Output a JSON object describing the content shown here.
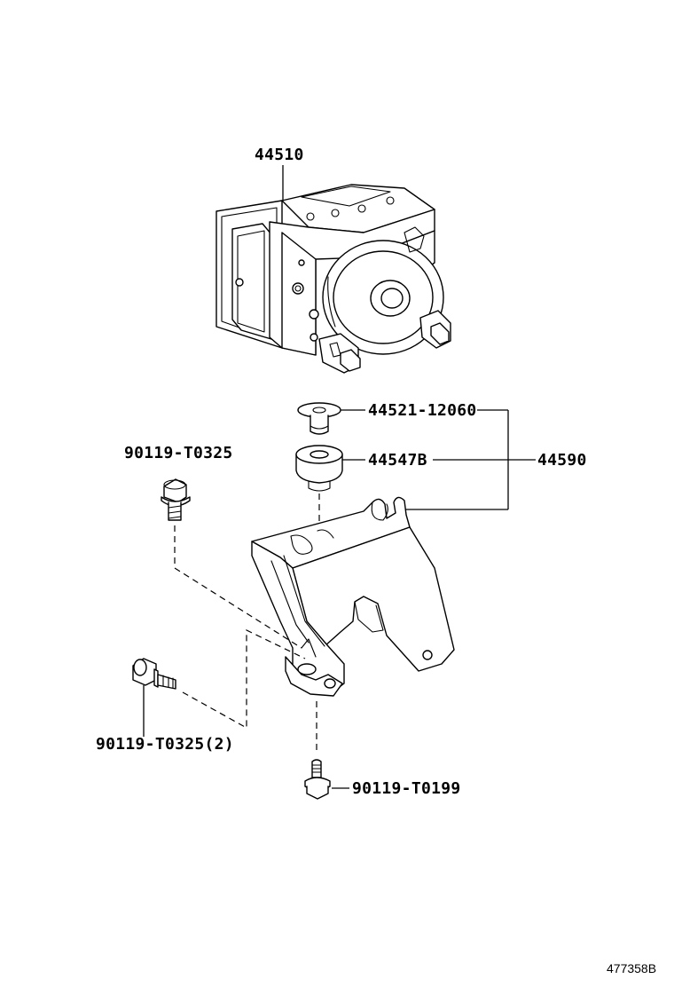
{
  "diagram": {
    "labels": {
      "part_44510": "44510",
      "part_44521": "44521-12060",
      "part_44547b": "44547B",
      "part_44590": "44590",
      "bolt_top": "90119-T0325",
      "bolt_left": "90119-T0325(2)",
      "bolt_bottom": "90119-T0199"
    },
    "drawing_id": "477358B"
  }
}
